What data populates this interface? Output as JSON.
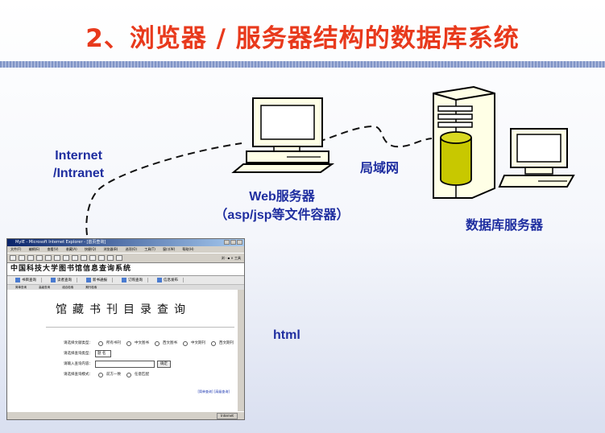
{
  "title": "2、浏览器 / 服务器结构的数据库系统",
  "labels": {
    "internet_line1": "Internet",
    "internet_line2": "/Intranet",
    "lan": "局域网",
    "web_server_line1": "Web服务器",
    "web_server_line2": "（asp/jsp等文件容器）",
    "db_server": "数据库服务器",
    "html": "html"
  },
  "icons": [
    "web-server-computer-icon",
    "database-tower-icon",
    "database-cylinder-icon",
    "db-monitor-icon",
    "network-connection-line"
  ],
  "colors": {
    "title": "#e8391c",
    "label": "#1f2ea0",
    "cylinder": "#c8c800"
  },
  "browser": {
    "window_title": "MyIE - Microsoft Internet Explorer - [首页查询]",
    "menu": [
      "文件(F)",
      "编辑(E)",
      "查看(V)",
      "收藏(A)",
      "快捷(Q)",
      "浏览器(B)",
      "选项(O)",
      "工具(T)",
      "窗口(W)",
      "帮助(H)"
    ],
    "toolbar_right": "浏 · ▪ × 工具",
    "site_header": "中国科技大学图书馆信息查询系统",
    "nav": [
      "书目查询",
      "读者查询",
      "新书通报",
      "订购查询",
      "信息发布"
    ],
    "subnav": [
      "简单查询",
      "高级查询",
      "组合检索",
      "期刊检索"
    ],
    "page_heading": "馆藏书刊目录查询",
    "form": {
      "doc_type_label": "请选择文献类型：",
      "doc_types": [
        "所有书刊",
        "中文图书",
        "西文图书",
        "中文期刊",
        "西文期刊"
      ],
      "search_type_label": "请选择查询类型：",
      "search_type_value": "题 名",
      "search_content_label": "请输入查询内容：",
      "confirm_button": "确定",
      "search_mode_label": "请选择查询模式：",
      "search_modes": [
        "前方一致",
        "任意匹配"
      ]
    },
    "links": "[简单查询] [高级查询]",
    "status": "Internet"
  }
}
